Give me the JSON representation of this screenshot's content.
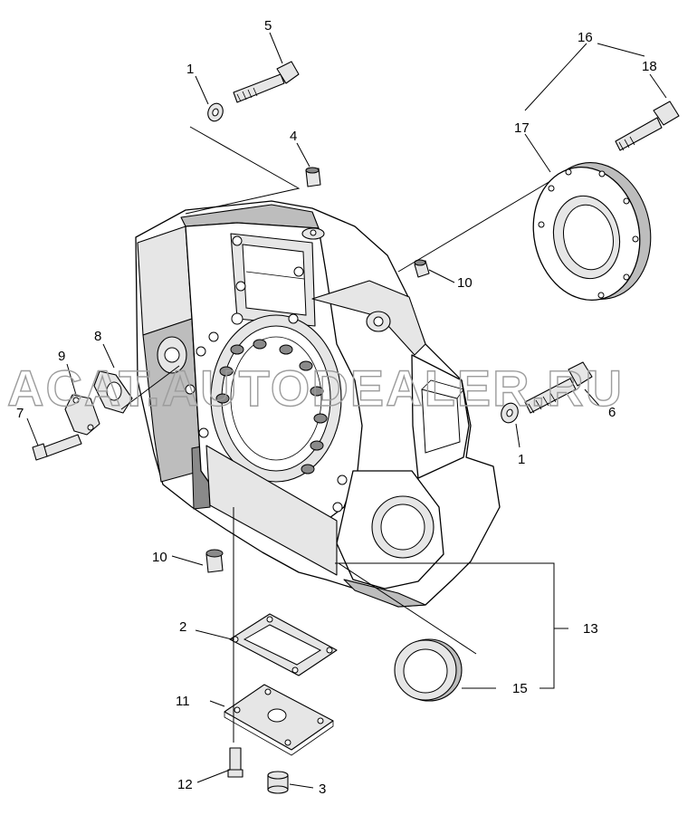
{
  "watermark": "ACAT.AUTODEALER.RU",
  "callouts": [
    {
      "id": "c1a",
      "text": "1"
    },
    {
      "id": "c5",
      "text": "5"
    },
    {
      "id": "c4",
      "text": "4"
    },
    {
      "id": "c16",
      "text": "16"
    },
    {
      "id": "c18",
      "text": "18"
    },
    {
      "id": "c17",
      "text": "17"
    },
    {
      "id": "c10a",
      "text": "10"
    },
    {
      "id": "c8",
      "text": "8"
    },
    {
      "id": "c9",
      "text": "9"
    },
    {
      "id": "c7",
      "text": "7"
    },
    {
      "id": "c6",
      "text": "6"
    },
    {
      "id": "c1b",
      "text": "1"
    },
    {
      "id": "c10b",
      "text": "10"
    },
    {
      "id": "c2",
      "text": "2"
    },
    {
      "id": "c13",
      "text": "13"
    },
    {
      "id": "c11",
      "text": "11"
    },
    {
      "id": "c15",
      "text": "15"
    },
    {
      "id": "c12",
      "text": "12"
    },
    {
      "id": "c3",
      "text": "3"
    }
  ]
}
